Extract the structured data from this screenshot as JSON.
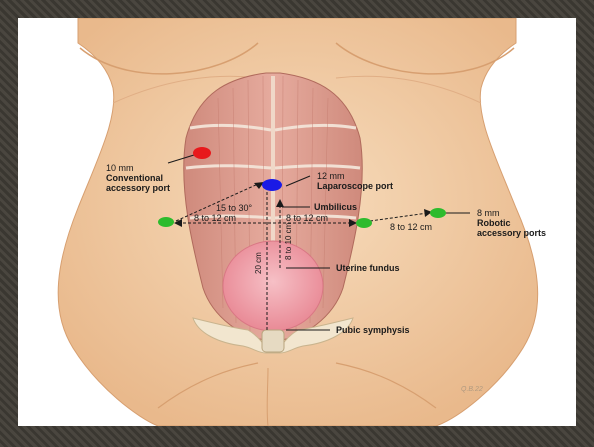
{
  "labels": {
    "conventional_size": "10 mm",
    "conventional_l1": "Conventional",
    "conventional_l2": "accessory port",
    "laparoscope_size": "12 mm",
    "laparoscope_name": "Laparoscope port",
    "angle": "15 to 30°",
    "umbilicus": "Umbilicus",
    "dist_left": "8 to 12 cm",
    "dist_right": "8 to 12 cm",
    "dist_far": "8 to 12 cm",
    "robotic_size": "8 mm",
    "robotic_l1": "Robotic",
    "robotic_l2": "accessory ports",
    "vertical_20": "20 cm",
    "vertical_8_10": "8 to 10 cm",
    "uterine_fundus": "Uterine fundus",
    "pubic_symphysis": "Pubic symphysis",
    "signature": "Q.B.22"
  },
  "colors": {
    "conventional_port": "#e8191c",
    "laparoscope_port": "#1a1ae6",
    "robotic_port": "#2dbb2d",
    "skin": "#f3cfa8",
    "muscle": "#d9978a",
    "uterus": "#ef9aa4"
  }
}
